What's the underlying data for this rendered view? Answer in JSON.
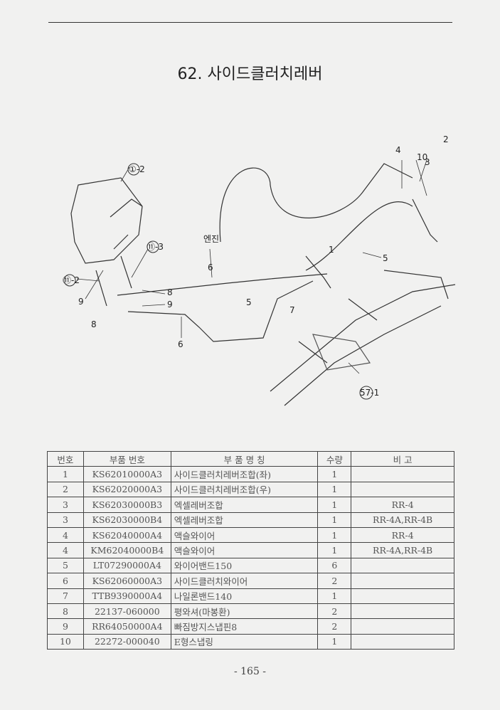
{
  "title": "62. 사이드클러치레버",
  "diagram": {
    "labels": {
      "ref_1_2": "①-2",
      "ref_11_3": "⑪-3",
      "ref_11_2": "⑪-2",
      "ref_57_1": "57-1",
      "engine": "엔진",
      "n1": "1",
      "n2": "2",
      "n3": "3",
      "n4": "4",
      "n5a": "5",
      "n5b": "5",
      "n6a": "6",
      "n6b": "6",
      "n7": "7",
      "n8a": "8",
      "n8b": "8",
      "n9a": "9",
      "n9b": "9",
      "n10": "10"
    }
  },
  "table": {
    "headers": [
      "번호",
      "부품 번호",
      "부 품 명 칭",
      "수량",
      "비  고"
    ],
    "rows": [
      [
        "1",
        "KS62010000A3",
        "사이드클러치레버조합(좌)",
        "1",
        ""
      ],
      [
        "2",
        "KS62020000A3",
        "사이드클러치레버조합(우)",
        "1",
        ""
      ],
      [
        "3",
        "KS62030000B3",
        "엑셀레버조합",
        "1",
        "RR-4"
      ],
      [
        "3",
        "KS62030000B4",
        "엑셀레버조합",
        "1",
        "RR-4A,RR-4B"
      ],
      [
        "4",
        "KS62040000A4",
        "액슬와이어",
        "1",
        "RR-4"
      ],
      [
        "4",
        "KM62040000B4",
        "액슬와이어",
        "1",
        "RR-4A,RR-4B"
      ],
      [
        "5",
        "LT07290000A4",
        "와이어밴드150",
        "6",
        ""
      ],
      [
        "6",
        "KS62060000A3",
        "사이드클러치와이어",
        "2",
        ""
      ],
      [
        "7",
        "TTB9390000A4",
        "나일론밴드140",
        "1",
        ""
      ],
      [
        "8",
        "22137-060000",
        "평와셔(마봉환)",
        "2",
        ""
      ],
      [
        "9",
        "RR64050000A4",
        "빠짐방지스냅핀8",
        "2",
        ""
      ],
      [
        "10",
        "22272-000040",
        "E형스냅링",
        "1",
        ""
      ]
    ]
  },
  "page_number": "- 165 -"
}
